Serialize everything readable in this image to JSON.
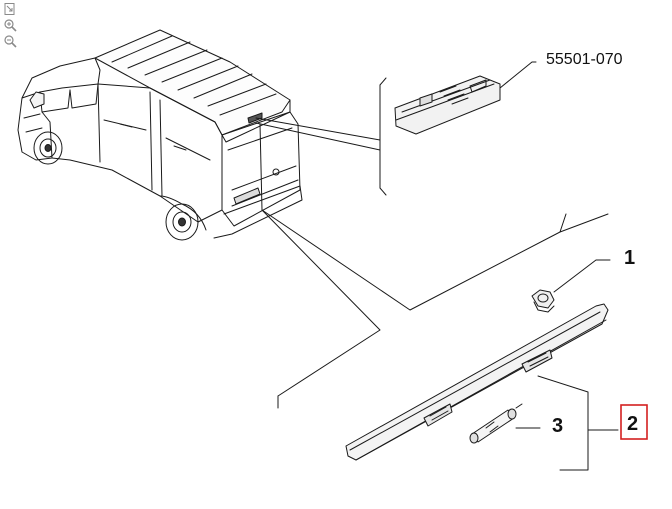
{
  "toolbar": {
    "fit_icon": "fit-to-window-icon",
    "zoom_in_icon": "zoom-in-icon",
    "zoom_out_icon": "zoom-out-icon"
  },
  "diagram": {
    "part_code": "55501-070",
    "callouts": [
      {
        "id": "nut",
        "label": "1",
        "highlighted": false
      },
      {
        "id": "lamp-lens",
        "label": "2",
        "highlighted": true
      },
      {
        "id": "bulb",
        "label": "3",
        "highlighted": false
      }
    ],
    "highlight_color": "#d42020"
  }
}
